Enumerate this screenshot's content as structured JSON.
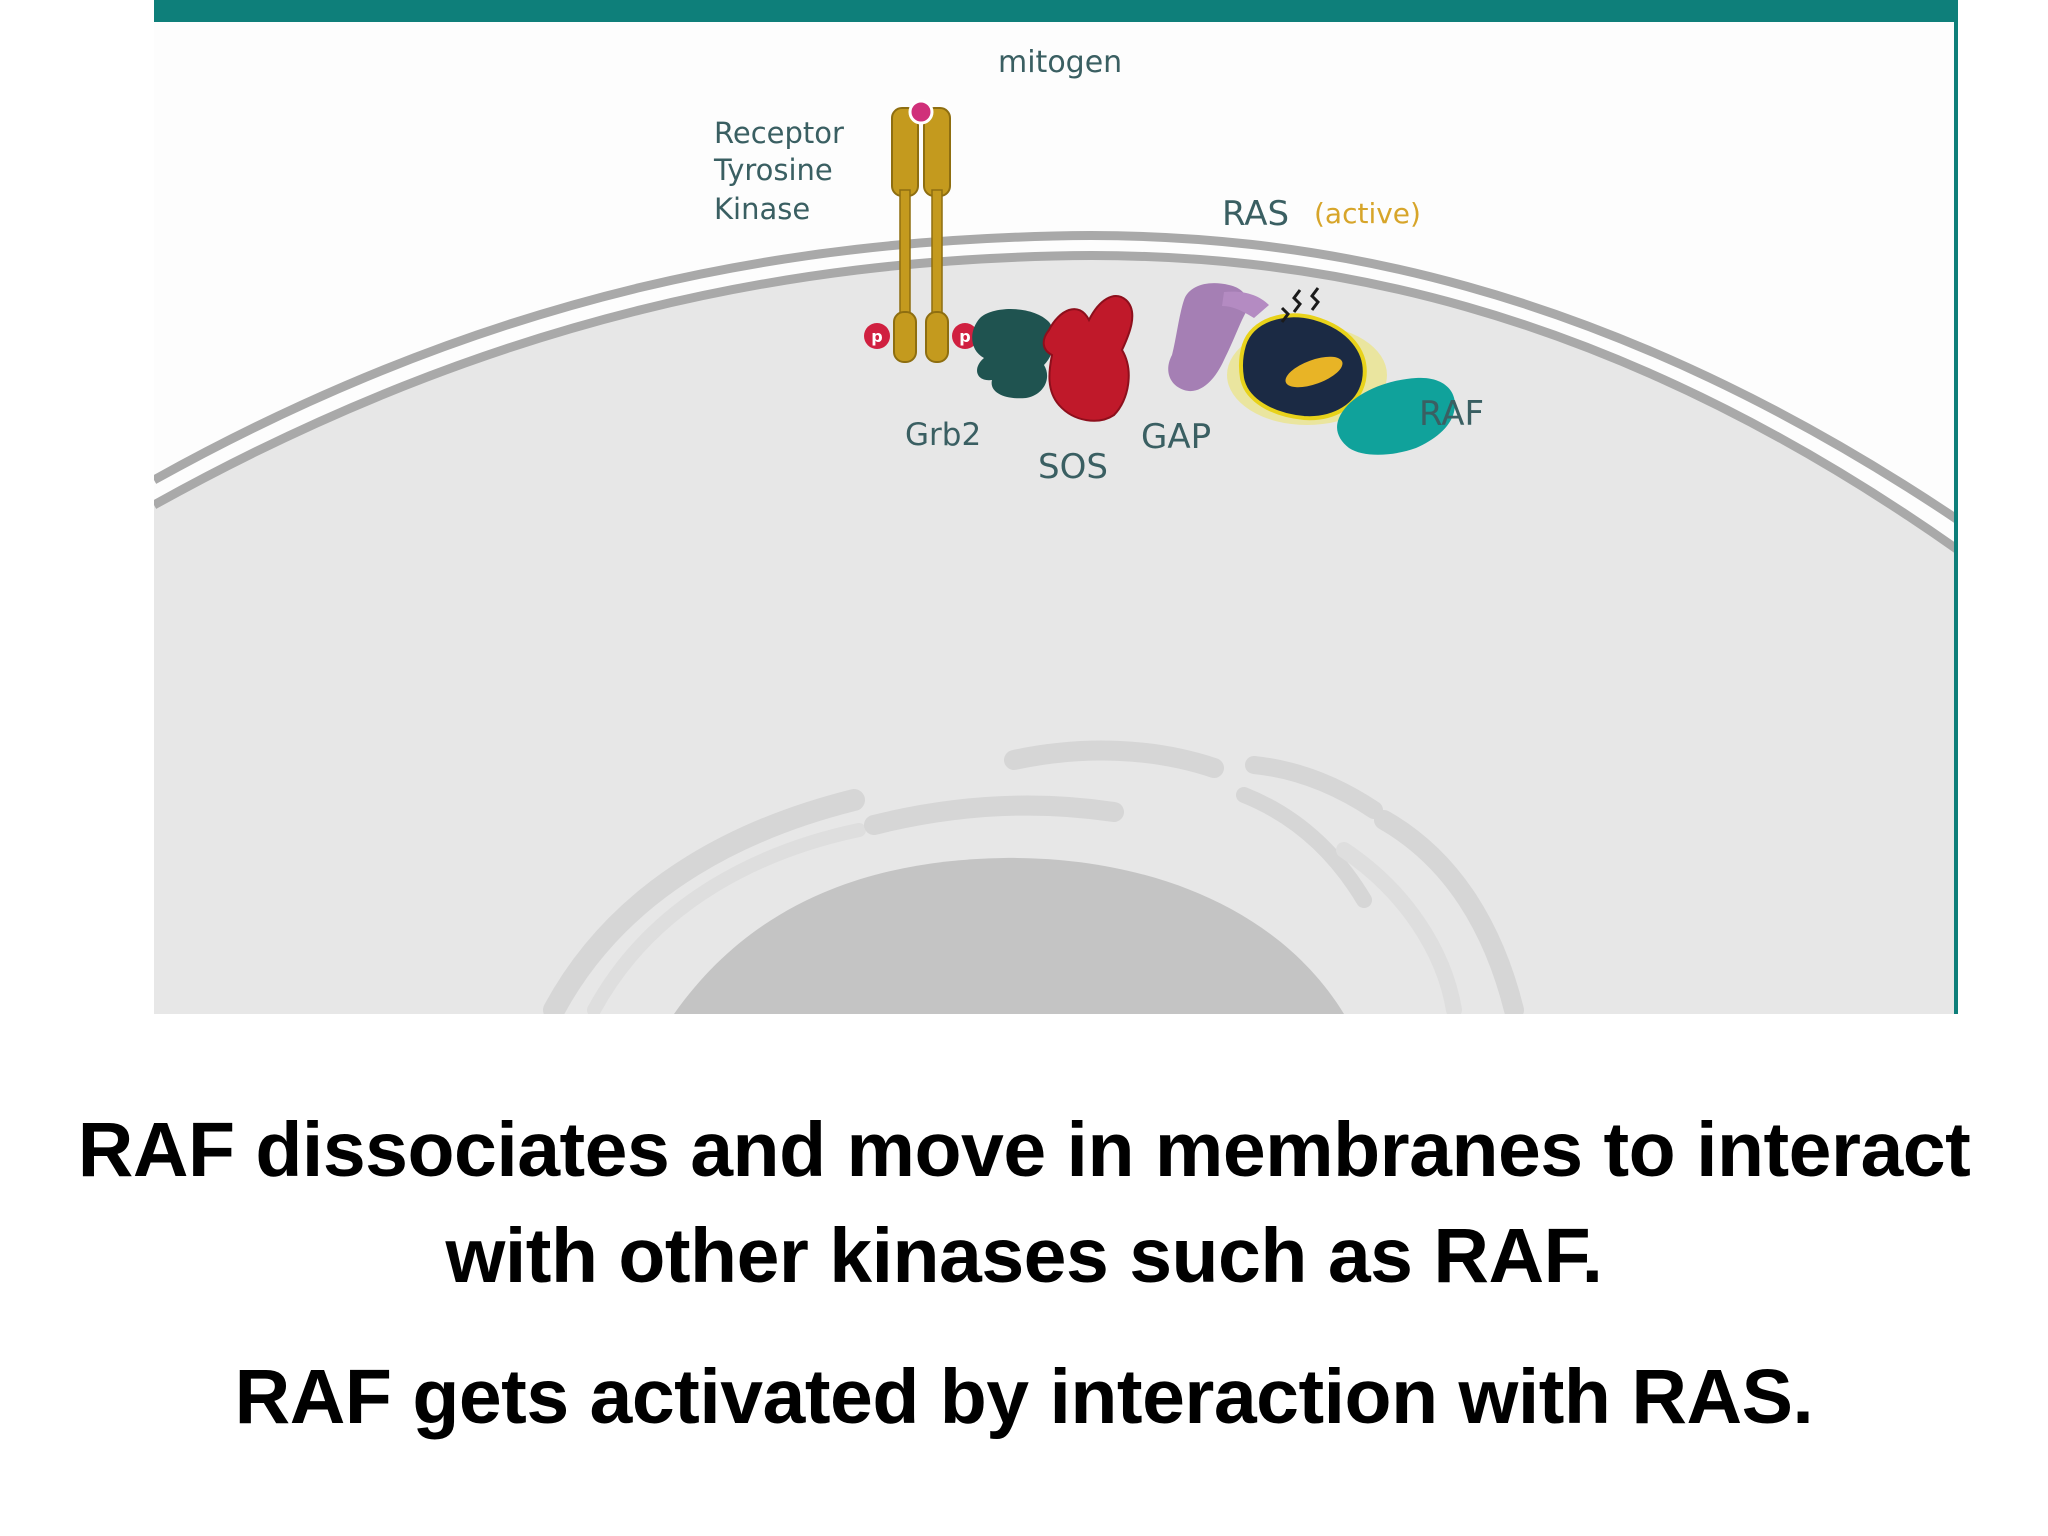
{
  "diagram": {
    "labels": {
      "mitogen": "mitogen",
      "receptor_line1": "Receptor",
      "receptor_line2": "Tyrosine",
      "receptor_line3": "Kinase",
      "ras": "RAS",
      "ras_state": "(active)",
      "grb2": "Grb2",
      "sos": "SOS",
      "gap": "GAP",
      "raf": "RAF",
      "phospho_left": "p",
      "phospho_right": "p"
    },
    "colors": {
      "frame_teal": "#0e7f7a",
      "cell_fill": "#e7e7e7",
      "membrane": "#a9a9a9",
      "receptor": "#c49a1e",
      "grb2": "#1f5350",
      "sos": "#c0192a",
      "gap": "#a57fb4",
      "ras": "#1b2a44",
      "ras_glow": "#f2e31a",
      "raf": "#10a29b",
      "phospho": "#d02040",
      "mitogen": "#d0307a",
      "label_text": "#3a5f62",
      "ras_state_text": "#d7a52a",
      "nucleus": "#c4c4c4",
      "er": "#dadada"
    }
  },
  "caption": {
    "line1": "RAF dissociates and move in membranes to interact",
    "line2": "with other kinases such as RAF.",
    "line3": "RAF gets activated by interaction with RAS."
  }
}
